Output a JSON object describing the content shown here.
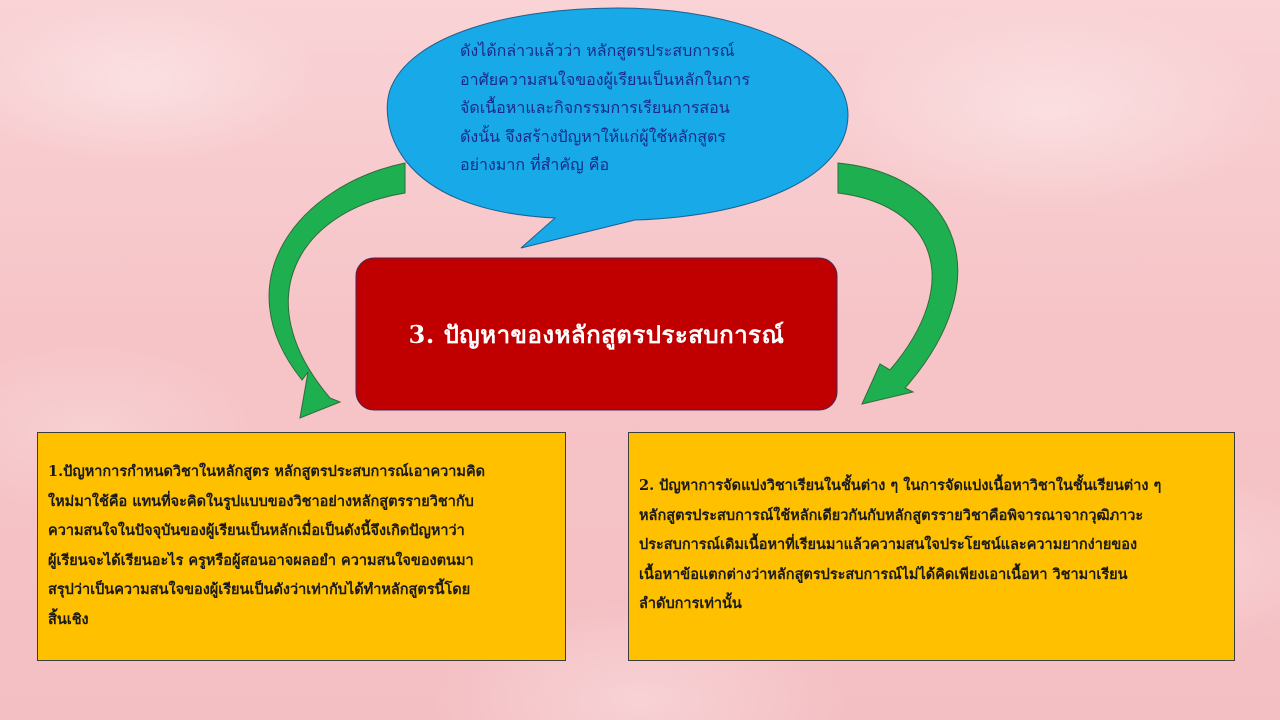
{
  "slide": {
    "title": "3. ปัญหาของหลักสูตรประสบการณ์",
    "colors": {
      "bubble_fill": "#17a9e8",
      "title_fill": "#c00000",
      "box_fill": "#ffc000",
      "arrow_fill": "#1eb050"
    }
  },
  "bubble": {
    "text": "ดังได้กล่าวแล้วว่า หลักสูตรประสบการณ์\nอาศัยความสนใจของผู้เรียนเป็นหลักในการ\nจัดเนื้อหาและกิจกรรมการเรียนการสอน\nดังนั้น จึงสร้างปัญหาให้แก่ผู้ใช้หลักสูตร\nอย่างมาก ที่สำคัญ คือ"
  },
  "left_box": {
    "text": "1.ปัญหาการกำหนดวิชาในหลักสูตร หลักสูตรประสบการณ์เอาความคิด\nใหม่มาใช้คือ แทนที่จะคิดในรูปแบบของวิชาอย่างหลักสูตรรายวิชากับ\nความสนใจในปัจจุบันของผู้เรียนเป็นหลักเมื่อเป็นดังนี้จึงเกิดปัญหาว่า\nผู้เรียนจะได้เรียนอะไร ครูหรือผู้สอนอาจผลอยำ ความสนใจของตนมา\nสรุปว่าเป็นความสนใจของผู้เรียนเป็นดังว่าเท่ากับได้ทำหลักสูตรนี้โดย\nสิ้นเชิง"
  },
  "right_box": {
    "text": "2. ปัญหาการจัดแบ่งวิชาเรียนในชั้นต่าง ๆ ในการจัดแบ่งเนื้อหาวิชาในชั้นเรียนต่าง ๆ\nหลักสูตรประสบการณ์ใช้หลักเดียวกันกับหลักสูตรรายวิชาคือพิจารณาจากวุฒิภาวะ\nประสบการณ์เดิมเนื้อหาที่เรียนมาแล้วความสนใจประโยชน์และความยากง่ายของ\nเนื้อหาข้อแตกต่างว่าหลักสูตรประสบการณ์ไม่ได้คิดเพียงเอาเนื้อหา วิชามาเรียน\nลำดับการเท่านั้น"
  }
}
